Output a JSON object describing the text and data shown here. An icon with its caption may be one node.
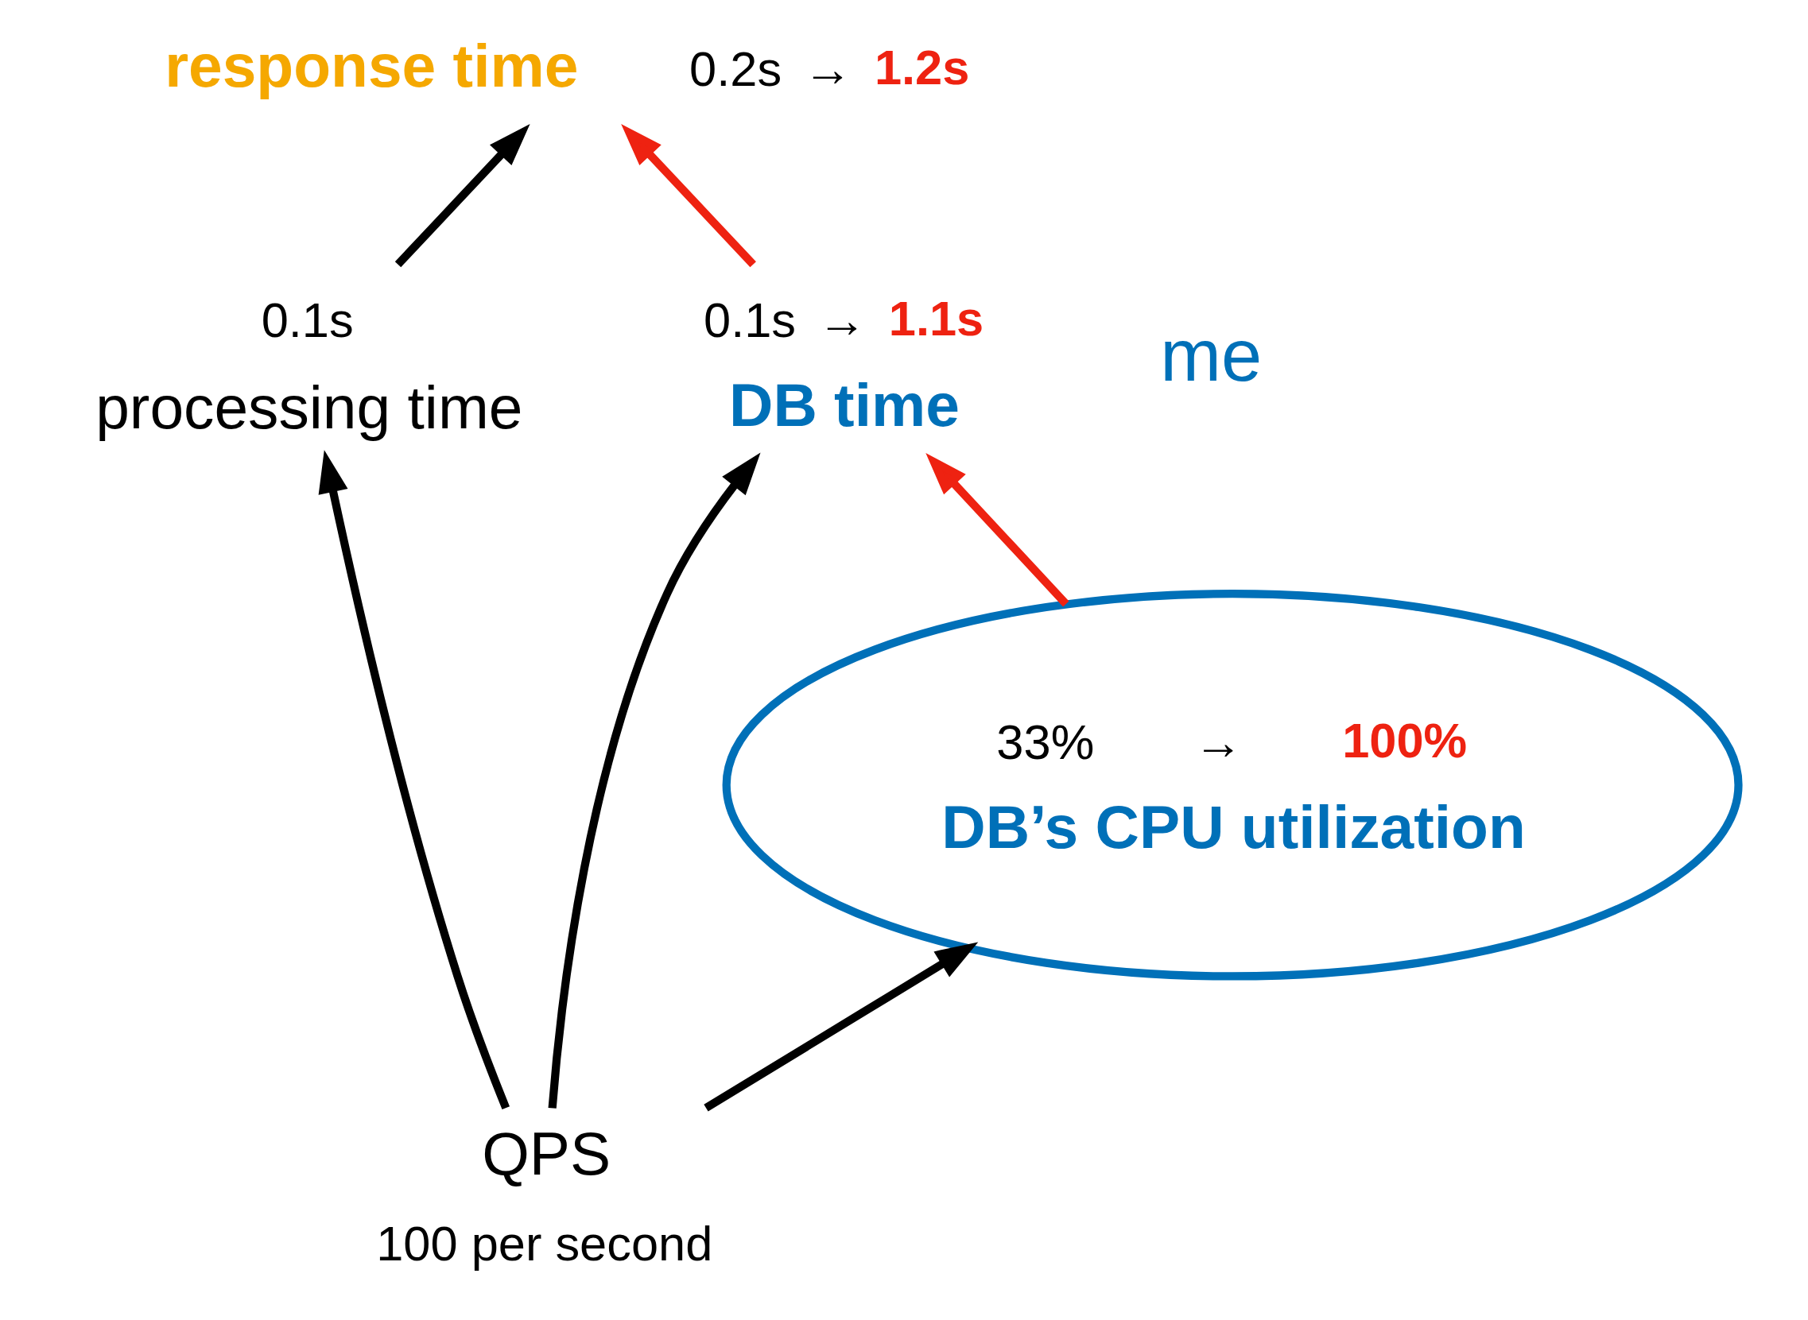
{
  "diagram": {
    "nodes": [
      {
        "text": [
          "response time"
        ],
        "beside": [
          "0.2s",
          "→",
          "1.2s"
        ]
      },
      {
        "text": [
          "processing time"
        ],
        "beside": [
          "0.1s"
        ]
      },
      {
        "text": [
          "DB time"
        ],
        "beside": [
          "0.1s",
          "→",
          "1.1s"
        ]
      },
      {
        "text": [
          "33%",
          "→",
          "100%",
          "DB’s CPU utilization"
        ]
      },
      {
        "text": [
          "QPS"
        ],
        "beside": [
          "100 per second"
        ]
      }
    ],
    "edges": [
      {
        "from": 1,
        "to": 0,
        "arrow": "to"
      },
      {
        "from": 2,
        "to": 0,
        "arrow": "to",
        "color": "#ee2211"
      },
      {
        "from": 4,
        "to": 1,
        "arrow": "to"
      },
      {
        "from": 4,
        "to": 2,
        "arrow": "to"
      },
      {
        "from": 4,
        "to": 3,
        "arrow": "to"
      },
      {
        "from": 3,
        "to": 2,
        "arrow": "to",
        "color": "#ee2211"
      }
    ],
    "labels": [
      "me"
    ]
  }
}
